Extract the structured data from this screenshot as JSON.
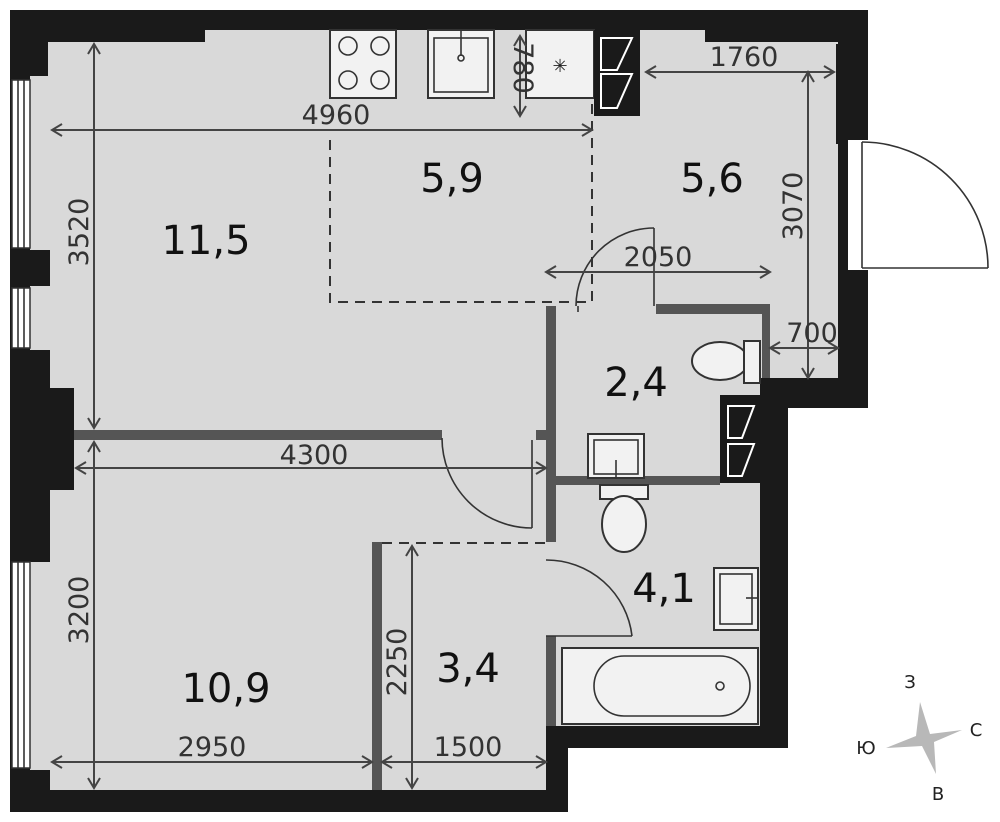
{
  "rooms": {
    "room_top_left": "11,5",
    "kitchen": "5,9",
    "hall": "5,6",
    "toilet": "2,4",
    "bathroom": "4,1",
    "corridor": "3,4",
    "room_bottom_left": "10,9"
  },
  "dimensions": {
    "d4960": "4960",
    "d780": "780",
    "d1760": "1760",
    "d3520": "3520",
    "d3070": "3070",
    "d2050": "2050",
    "d700": "700",
    "d4300": "4300",
    "d3200": "3200",
    "d2250": "2250",
    "d2950": "2950",
    "d1500": "1500"
  },
  "compass": {
    "north": "З",
    "east": "С",
    "south": "В",
    "west": "Ю"
  },
  "colors": {
    "wall": "#1a1a1a",
    "floor": "#d9d9d9",
    "partition": "#555555"
  }
}
